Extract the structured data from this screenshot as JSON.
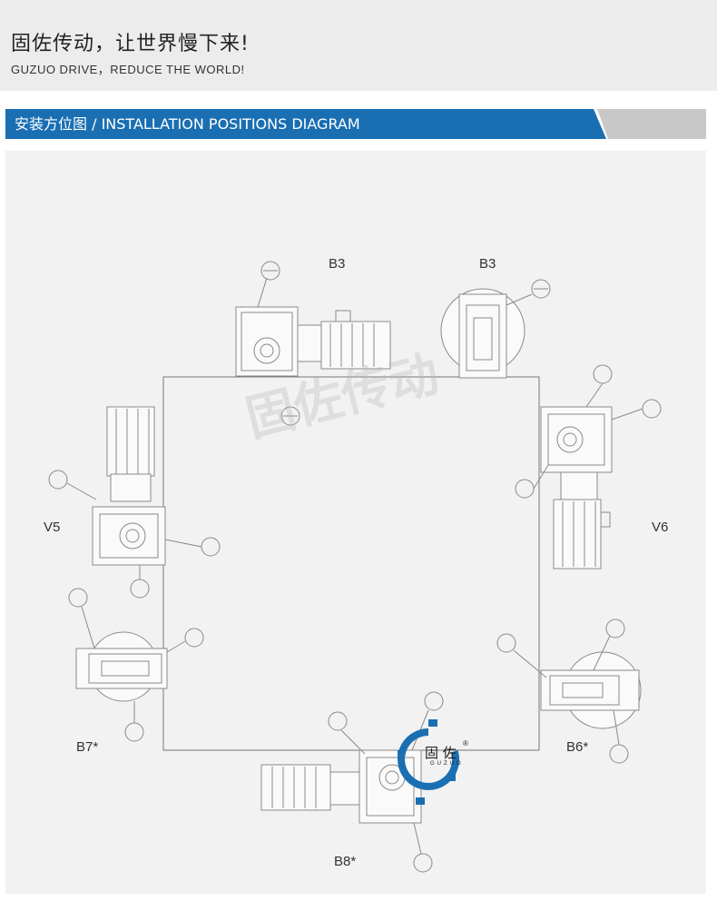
{
  "header": {
    "slogan_cn": "固佐传动，让世界慢下来!",
    "slogan_en": "GUZUO DRIVE，REDUCE THE WORLD!"
  },
  "section": {
    "title": "安装方位图 / INSTALLATION POSITIONS DIAGRAM",
    "accent_color": "#1a6fb3"
  },
  "diagram": {
    "positions": {
      "b3_left": "B3",
      "b3_right": "B3",
      "v5": "V5",
      "v6": "V6",
      "b7": "B7*",
      "b6": "B6*",
      "b8": "B8*"
    },
    "watermark": "固佐传动"
  },
  "logo": {
    "text_cn": "固 佐",
    "text_en": "GUZUO",
    "registered": "®",
    "color": "#1a6fb3"
  }
}
